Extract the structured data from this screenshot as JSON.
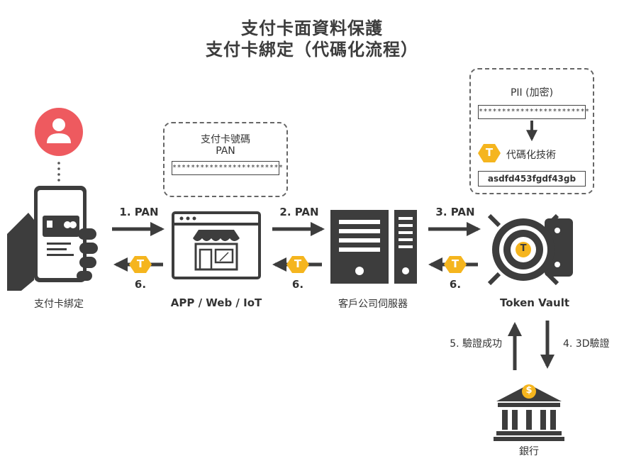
{
  "title": {
    "line1": "支付卡面資料保護",
    "line2": "支付卡綁定（代碼化流程）"
  },
  "nodes": {
    "user": "支付卡綁定",
    "app": "APP / Web / IoT",
    "server": "客戶公司伺服器",
    "vault": "Token Vault",
    "bank": "銀行"
  },
  "pan_box": {
    "title": "支付卡號碼",
    "subtitle": "PAN",
    "masked": "************************"
  },
  "pii_box": {
    "title": "PII (加密)",
    "masked": "************************",
    "tech_label": "代碼化技術",
    "token": "asdfd453fgdf43gb"
  },
  "flows": {
    "step1": "1. PAN",
    "step2": "2. PAN",
    "step3": "3. PAN",
    "return_a": "6.",
    "return_b": "6.",
    "return_c": "6.",
    "step5": "5. 驗證成功",
    "step4": "4. 3D驗證"
  },
  "token_badge": "T",
  "bank_symbol": "$",
  "colors": {
    "dark": "#3d3d3d",
    "token_yellow": "#f5b51e",
    "user_red": "#ee5a5f"
  }
}
